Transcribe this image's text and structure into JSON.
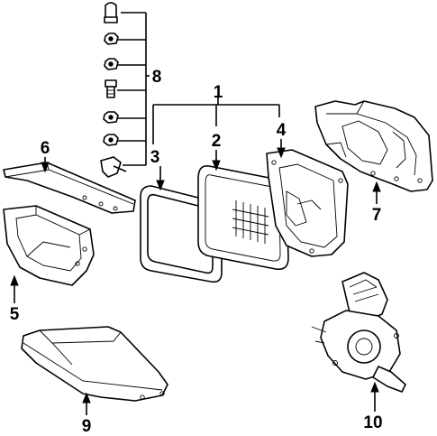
{
  "diagram": {
    "callouts": [
      {
        "id": "1",
        "label": "1"
      },
      {
        "id": "2",
        "label": "2"
      },
      {
        "id": "3",
        "label": "3"
      },
      {
        "id": "4",
        "label": "4"
      },
      {
        "id": "5",
        "label": "5"
      },
      {
        "id": "6",
        "label": "6"
      },
      {
        "id": "7",
        "label": "7"
      },
      {
        "id": "8",
        "label": "8"
      },
      {
        "id": "9",
        "label": "9"
      },
      {
        "id": "10",
        "label": "10"
      }
    ],
    "parts": [
      {
        "callout": "1",
        "icon": "headlamp-assembly-bracket"
      },
      {
        "callout": "2",
        "icon": "sealed-beam-lamp"
      },
      {
        "callout": "3",
        "icon": "retaining-ring"
      },
      {
        "callout": "4",
        "icon": "mounting-ring"
      },
      {
        "callout": "5",
        "icon": "housing-bracket"
      },
      {
        "callout": "6",
        "icon": "upper-panel"
      },
      {
        "callout": "7",
        "icon": "lamp-housing"
      },
      {
        "callout": "8",
        "icon": "hardware-group"
      },
      {
        "callout": "9",
        "icon": "lower-panel"
      },
      {
        "callout": "10",
        "icon": "retractor-motor"
      }
    ]
  }
}
